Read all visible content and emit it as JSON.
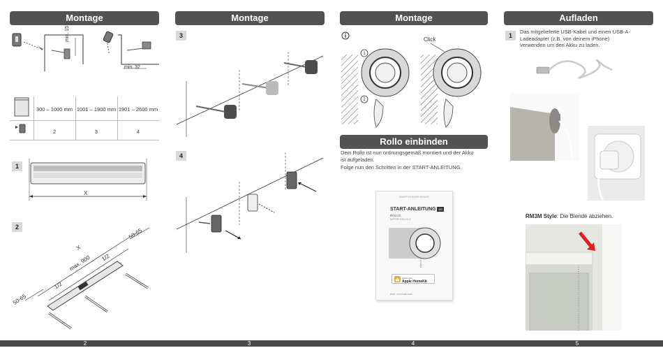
{
  "col1": {
    "header": "Montage",
    "labels": {
      "min_a": "min. 15",
      "min_b": "min. 32"
    },
    "table": {
      "headers": [
        "300 – 1000 mm",
        "1001 – 1900 mm",
        "1901 – 2600 mm"
      ],
      "values": [
        "2",
        "3",
        "4"
      ]
    },
    "step1": {
      "num": "1",
      "x": "X"
    },
    "step2": {
      "num": "2",
      "x": "X",
      "max": "max. 900",
      "half_a": "1/2",
      "half_b": "1/2",
      "margin_a": "50-65",
      "margin_b": "50-65"
    }
  },
  "col2": {
    "header": "Montage",
    "step3": "3",
    "step4": "4"
  },
  "col3": {
    "header": "Montage",
    "info_icon": "info-circle-icon",
    "click_label": "Click",
    "circle1": "1",
    "circle2": "2",
    "section_header": "Rollo einbinden",
    "para1": "Dein Rollo ist nun ordnungsgemäß montiert und der Akku ist aufgeladen.",
    "para2": "Folge nun den Schritten in der START-ANLEITUNG.",
    "card": {
      "top": "SMART IN EINER MINUTE",
      "title": "START-ANLEITUNG",
      "lang": "DE",
      "sub": "ROLLO",
      "model": "MOTOR CM-L01-2",
      "hk_small": "Works with",
      "hk_big": "Apple HomeKit",
      "foot": "RMB | MOTIONBLINDS"
    }
  },
  "col4": {
    "header": "Aufladen",
    "step1_num": "1",
    "step1_text": "Das mitgelieferte USB-Kabel und einen USB-A-Ladeadapter (z.B. von deinem iPhone) verwenden um den Akku zu laden.",
    "style_bold": "RM3M Style",
    "style_rest": ": Die Blende abziehen."
  },
  "footer": {
    "pages": [
      "2",
      "3",
      "4",
      "5"
    ]
  },
  "colors": {
    "header_bg": "#525252",
    "footer_bg": "#4a4a4a",
    "arrow_red": "#e02020"
  }
}
